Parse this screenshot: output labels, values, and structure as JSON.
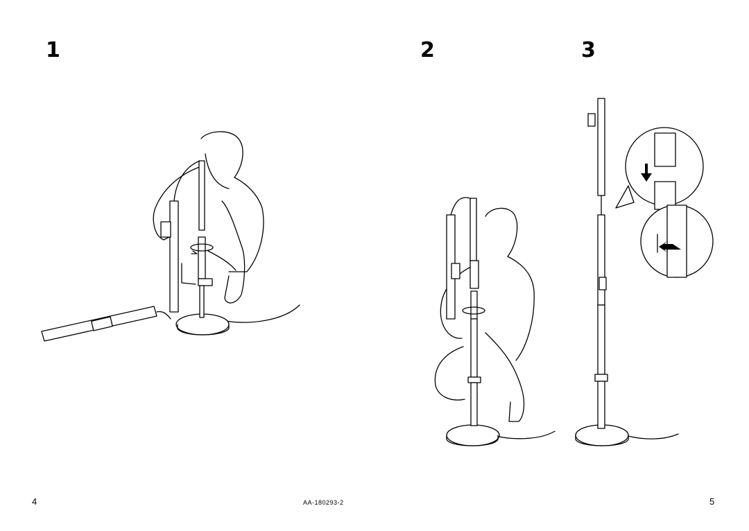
{
  "steps": {
    "step1": "1",
    "step2": "2",
    "step3": "3"
  },
  "footer": {
    "page_left": "4",
    "doc_id": "AA-180293-2",
    "page_right": "5"
  }
}
